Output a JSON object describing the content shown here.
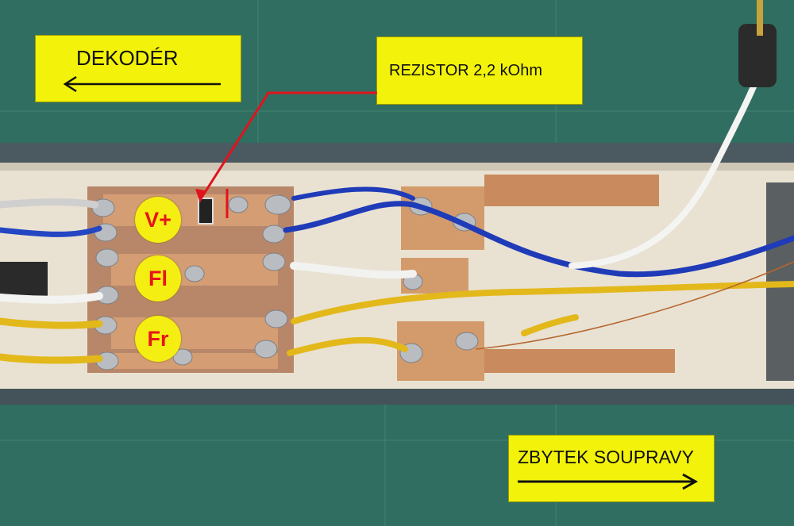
{
  "labels": {
    "decoder": "DEKODÉR",
    "resistor": "REZISTOR 2,2 kOhm",
    "rest_of_train": "ZBYTEK SOUPRAVY"
  },
  "pads": {
    "v_plus": "V+",
    "fl": "Fl",
    "fr": "Fr"
  },
  "colors": {
    "background_mat": "#2f6e60",
    "label_fill": "#f2f20a",
    "pad_badge_fill": "#f4ee12",
    "pad_badge_text": "#e8141b",
    "pointer_line": "#e0141c",
    "copper": "#c98a5e",
    "wire_blue": "#1f3bb8",
    "wire_yellow": "#e3b81a",
    "wire_white": "#f2f2f0"
  }
}
